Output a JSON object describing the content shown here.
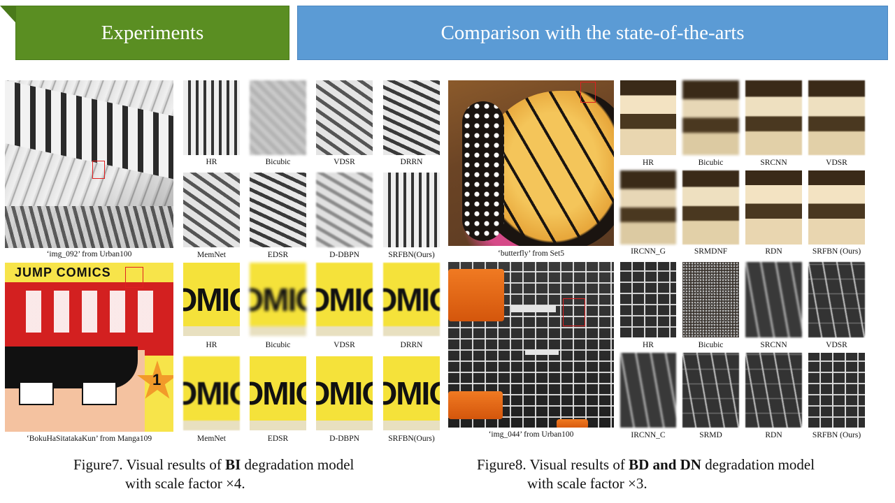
{
  "banners": {
    "left": "Experiments",
    "right": "Comparison with the state-of-the-arts"
  },
  "fig7": {
    "source_top": "‘img_092’ from Urban100",
    "source_bottom": "‘BokuHaSitatakaKun’ from Manga109",
    "comic_title": "JUMP COMICS",
    "comic_number": "1",
    "crop_text": "OMIC",
    "row1_labels": [
      "HR",
      "Bicubic",
      "VDSR",
      "DRRN"
    ],
    "row2_labels": [
      "MemNet",
      "EDSR",
      "D-DBPN",
      "SRFBN(Ours)"
    ],
    "row3_labels": [
      "HR",
      "Bicubic",
      "VDSR",
      "DRRN"
    ],
    "row4_labels": [
      "MemNet",
      "EDSR",
      "D-DBPN",
      "SRFBN(Ours)"
    ],
    "caption_pre": "Figure7. Visual results of ",
    "caption_bold": "BI",
    "caption_post": " degradation model",
    "caption_line2": "with scale factor ×4."
  },
  "fig8": {
    "source_top": "‘butterfly’  from Set5",
    "source_bottom": "‘img_044’  from Urban100",
    "row1_labels": [
      "HR",
      "Bicubic",
      "SRCNN",
      "VDSR"
    ],
    "row2_labels": [
      "IRCNN_G",
      "SRMDNF",
      "RDN",
      "SRFBN (Ours)"
    ],
    "row3_labels": [
      "HR",
      "Bicubic",
      "SRCNN",
      "VDSR"
    ],
    "row4_labels": [
      "IRCNN_C",
      "SRMD",
      "RDN",
      "SRFBN (Ours)"
    ],
    "caption_pre": "Figure8. Visual results of ",
    "caption_bold": "BD and DN",
    "caption_post": " degradation model",
    "caption_line2": "with scale factor ×3."
  }
}
